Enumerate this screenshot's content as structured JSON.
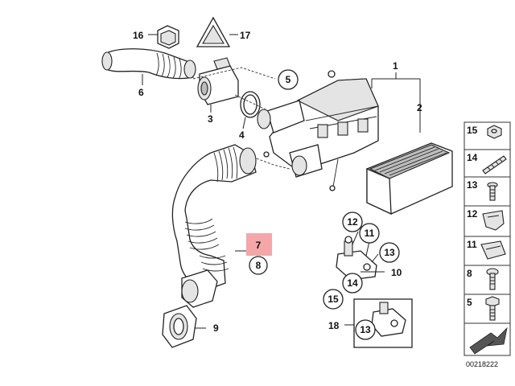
{
  "diagram": {
    "labels": {
      "p1": "1",
      "p2": "2",
      "p3": "3",
      "p4": "4",
      "p5": "5",
      "p6": "6",
      "p7": "7",
      "p8": "8",
      "p9": "9",
      "p10": "10",
      "p11": "11",
      "p12": "12",
      "p13": "13",
      "p14": "14",
      "p15": "15",
      "p16": "16",
      "p17": "17",
      "p18": "18"
    },
    "sidebar": [
      "15",
      "14",
      "13",
      "12",
      "11",
      "8",
      "5"
    ],
    "highlighted_part": "7",
    "diagram_id": "00218222",
    "colors": {
      "highlight": "#f4a6a8",
      "line": "#222222",
      "sidebar_arrow": "#555555"
    }
  }
}
